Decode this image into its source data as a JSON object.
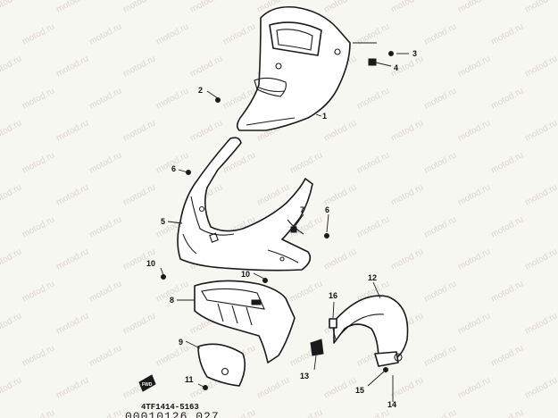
{
  "watermark": "motod.ru",
  "diagram_code": "4TF1414-5163",
  "bottom_code": "00010126 027",
  "fwd_label": "FWD",
  "callouts": {
    "c1": "1",
    "c2": "2",
    "c3": "3",
    "c4": "4",
    "c5": "5",
    "c6a": "6",
    "c6b": "6",
    "c7": "7",
    "c8": "8",
    "c9": "9",
    "c10a": "10",
    "c10b": "10",
    "c11": "11",
    "c12": "12",
    "c13": "13",
    "c14": "14",
    "c15": "15",
    "c16": "16"
  }
}
